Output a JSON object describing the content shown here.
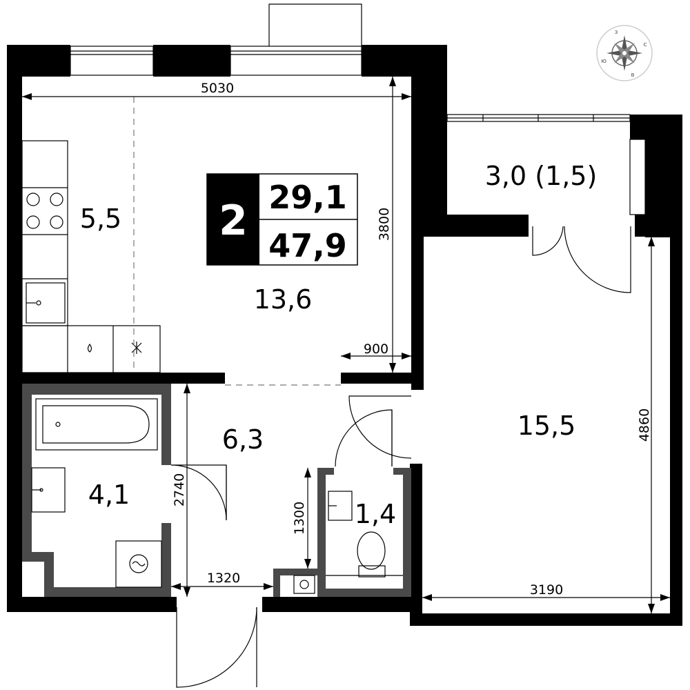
{
  "badge": {
    "rooms": "2",
    "living_area": "29,1",
    "total_area": "47,9"
  },
  "rooms": [
    {
      "id": "kitchen",
      "area": "5,5"
    },
    {
      "id": "living-room",
      "area": "13,6"
    },
    {
      "id": "balcony",
      "area": "3,0 (1,5)"
    },
    {
      "id": "bedroom",
      "area": "15,5"
    },
    {
      "id": "hallway",
      "area": "6,3"
    },
    {
      "id": "bathroom",
      "area": "4,1"
    },
    {
      "id": "toilet",
      "area": "1,4"
    }
  ],
  "dimensions": {
    "width_living": "5030",
    "height_living": "3800",
    "door_gap": "900",
    "height_bedroom": "4860",
    "width_bedroom": "3190",
    "height_hallway": "2740",
    "width_hallway": "1320",
    "height_toilet": "1300"
  },
  "compass": {
    "north": "З",
    "east": "С",
    "south": "В",
    "west": "Ю"
  },
  "colors": {
    "wall": "#000000",
    "wet_wall": "#4a4a4a",
    "badge_fill": "#000000"
  }
}
